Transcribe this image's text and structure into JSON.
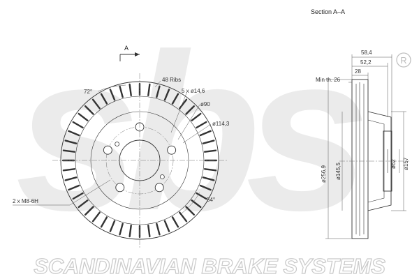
{
  "watermark": {
    "logo_text": "sbs",
    "registered_mark": "®",
    "color": "#ebebeb"
  },
  "front_view": {
    "section_marker": "A",
    "ribs_label": "48 Ribs",
    "ribs_count": 48,
    "bolt_holes_label": "5 x ø14,6",
    "bolt_holes_count": 5,
    "hub_diameter_label": "ø90",
    "pcd_label": "ø114,3",
    "angle_72_label": "72°",
    "angle_54_label": "54°",
    "threaded_holes_label": "2 x M8-6H"
  },
  "section_view": {
    "title": "Section A–A",
    "dim_overall_width": "58,4",
    "dim_hat_width": "52,2",
    "dim_thickness": "28",
    "min_thickness_label": "Min th. 26",
    "dim_outer_diameter": "ø256,9",
    "dim_hat_outer_diameter": "ø145,5",
    "dim_center_bore": "ø62",
    "dim_157": "ø157"
  },
  "footer": {
    "brand_text": "SCANDINAVIAN BRAKE SYSTEMS"
  }
}
